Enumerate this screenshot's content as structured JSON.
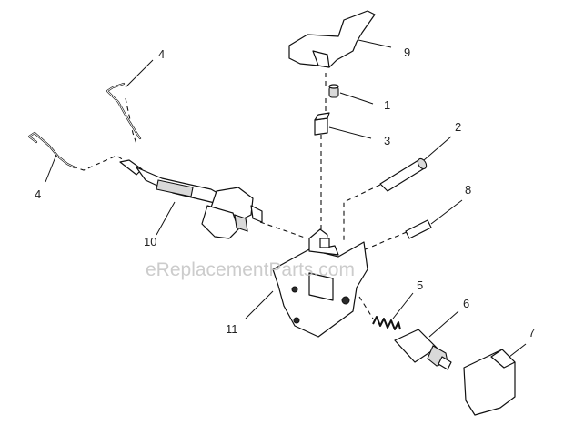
{
  "diagram": {
    "watermark": "eReplacementParts.com",
    "callouts": {
      "p1": "1",
      "p2": "2",
      "p3": "3",
      "p4a": "4",
      "p4b": "4",
      "p5": "5",
      "p6": "6",
      "p7": "7",
      "p8": "8",
      "p9": "9",
      "p10": "10",
      "p11": "11"
    }
  }
}
